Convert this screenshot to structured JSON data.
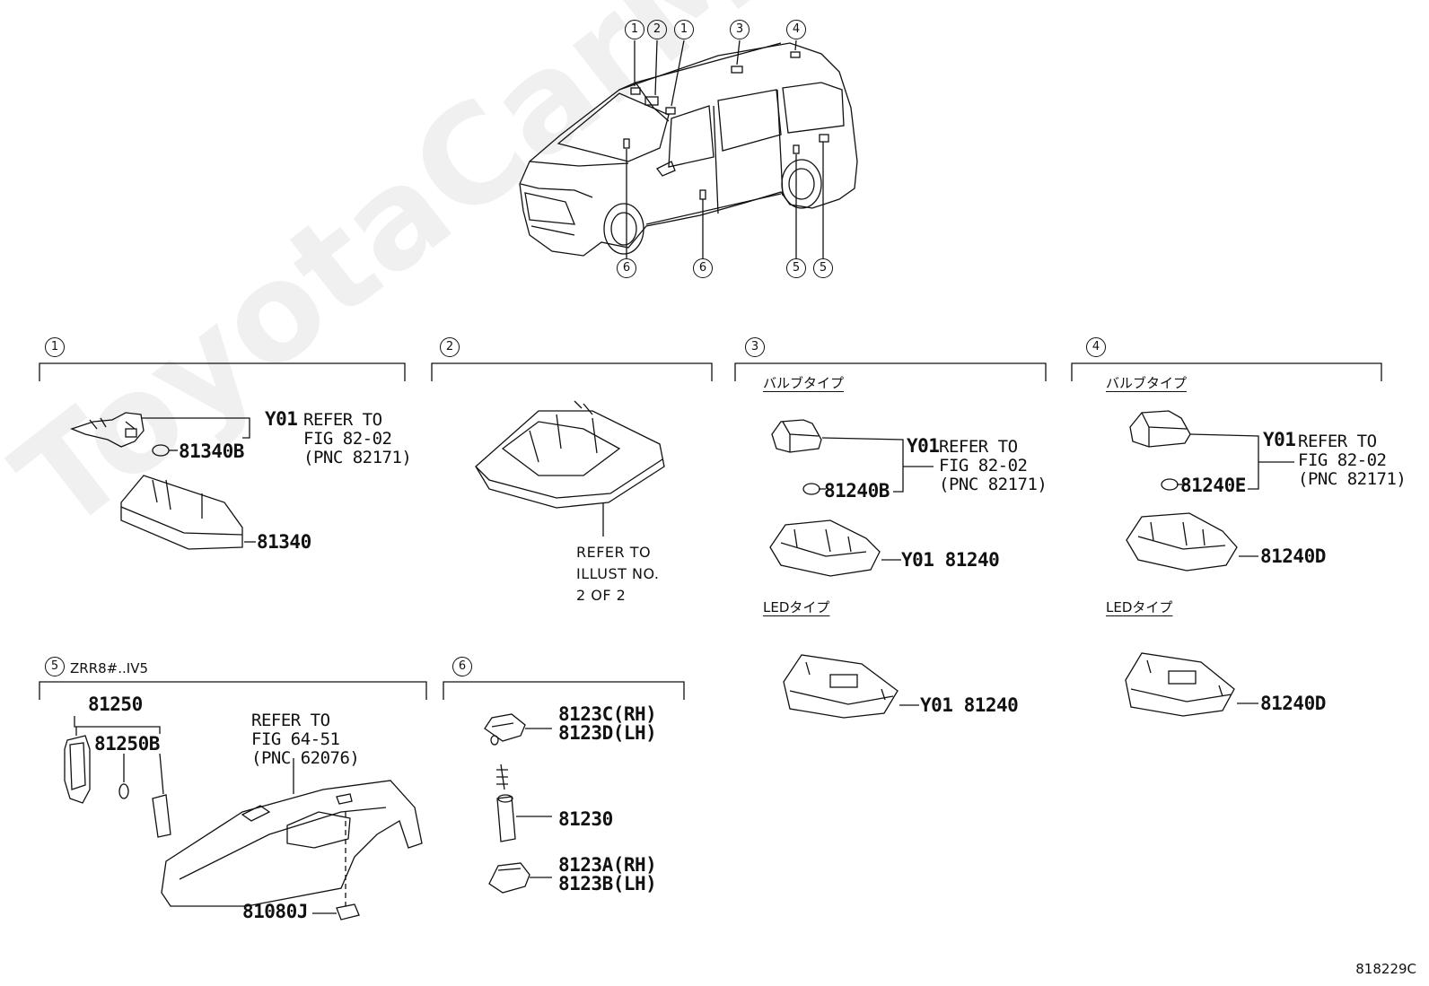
{
  "watermark": "ToyotaCarMine.ru",
  "figure_code": "818229C",
  "car_callouts": [
    "1",
    "2",
    "1",
    "3",
    "4",
    "6",
    "6",
    "5",
    "5"
  ],
  "sections": {
    "s1": {
      "num": "1",
      "y01": "Y01",
      "refer": [
        "REFER TO",
        "FIG 82-02",
        "(PNC 82171)"
      ],
      "parts": [
        "81340B",
        "81340"
      ]
    },
    "s2": {
      "num": "2",
      "refer": [
        "REFER TO",
        "ILLUST NO.",
        "2 OF 2"
      ]
    },
    "s3": {
      "num": "3",
      "bulb_type": "バルブタイプ",
      "y01": "Y01",
      "refer": [
        "REFER TO",
        "FIG 82-02",
        "(PNC 82171)"
      ],
      "parts": [
        "81240B",
        "Y01 81240"
      ],
      "led_type": "LEDタイプ",
      "led_part": "Y01 81240"
    },
    "s4": {
      "num": "4",
      "bulb_type": "バルブタイプ",
      "y01": "Y01",
      "refer": [
        "REFER TO",
        "FIG 82-02",
        "(PNC 82171)"
      ],
      "parts": [
        "81240E",
        "81240D"
      ],
      "led_type": "LEDタイプ",
      "led_part": "81240D"
    },
    "s5": {
      "num": "5",
      "applies": "ZRR8#..IV5",
      "refer": [
        "REFER TO",
        "FIG 64-51",
        "(PNC 62076)"
      ],
      "parts": [
        "81250",
        "81250B",
        "81080J"
      ]
    },
    "s6": {
      "num": "6",
      "parts": [
        "8123C(RH)",
        "8123D(LH)",
        "81230",
        "8123A(RH)",
        "8123B(LH)"
      ]
    }
  }
}
